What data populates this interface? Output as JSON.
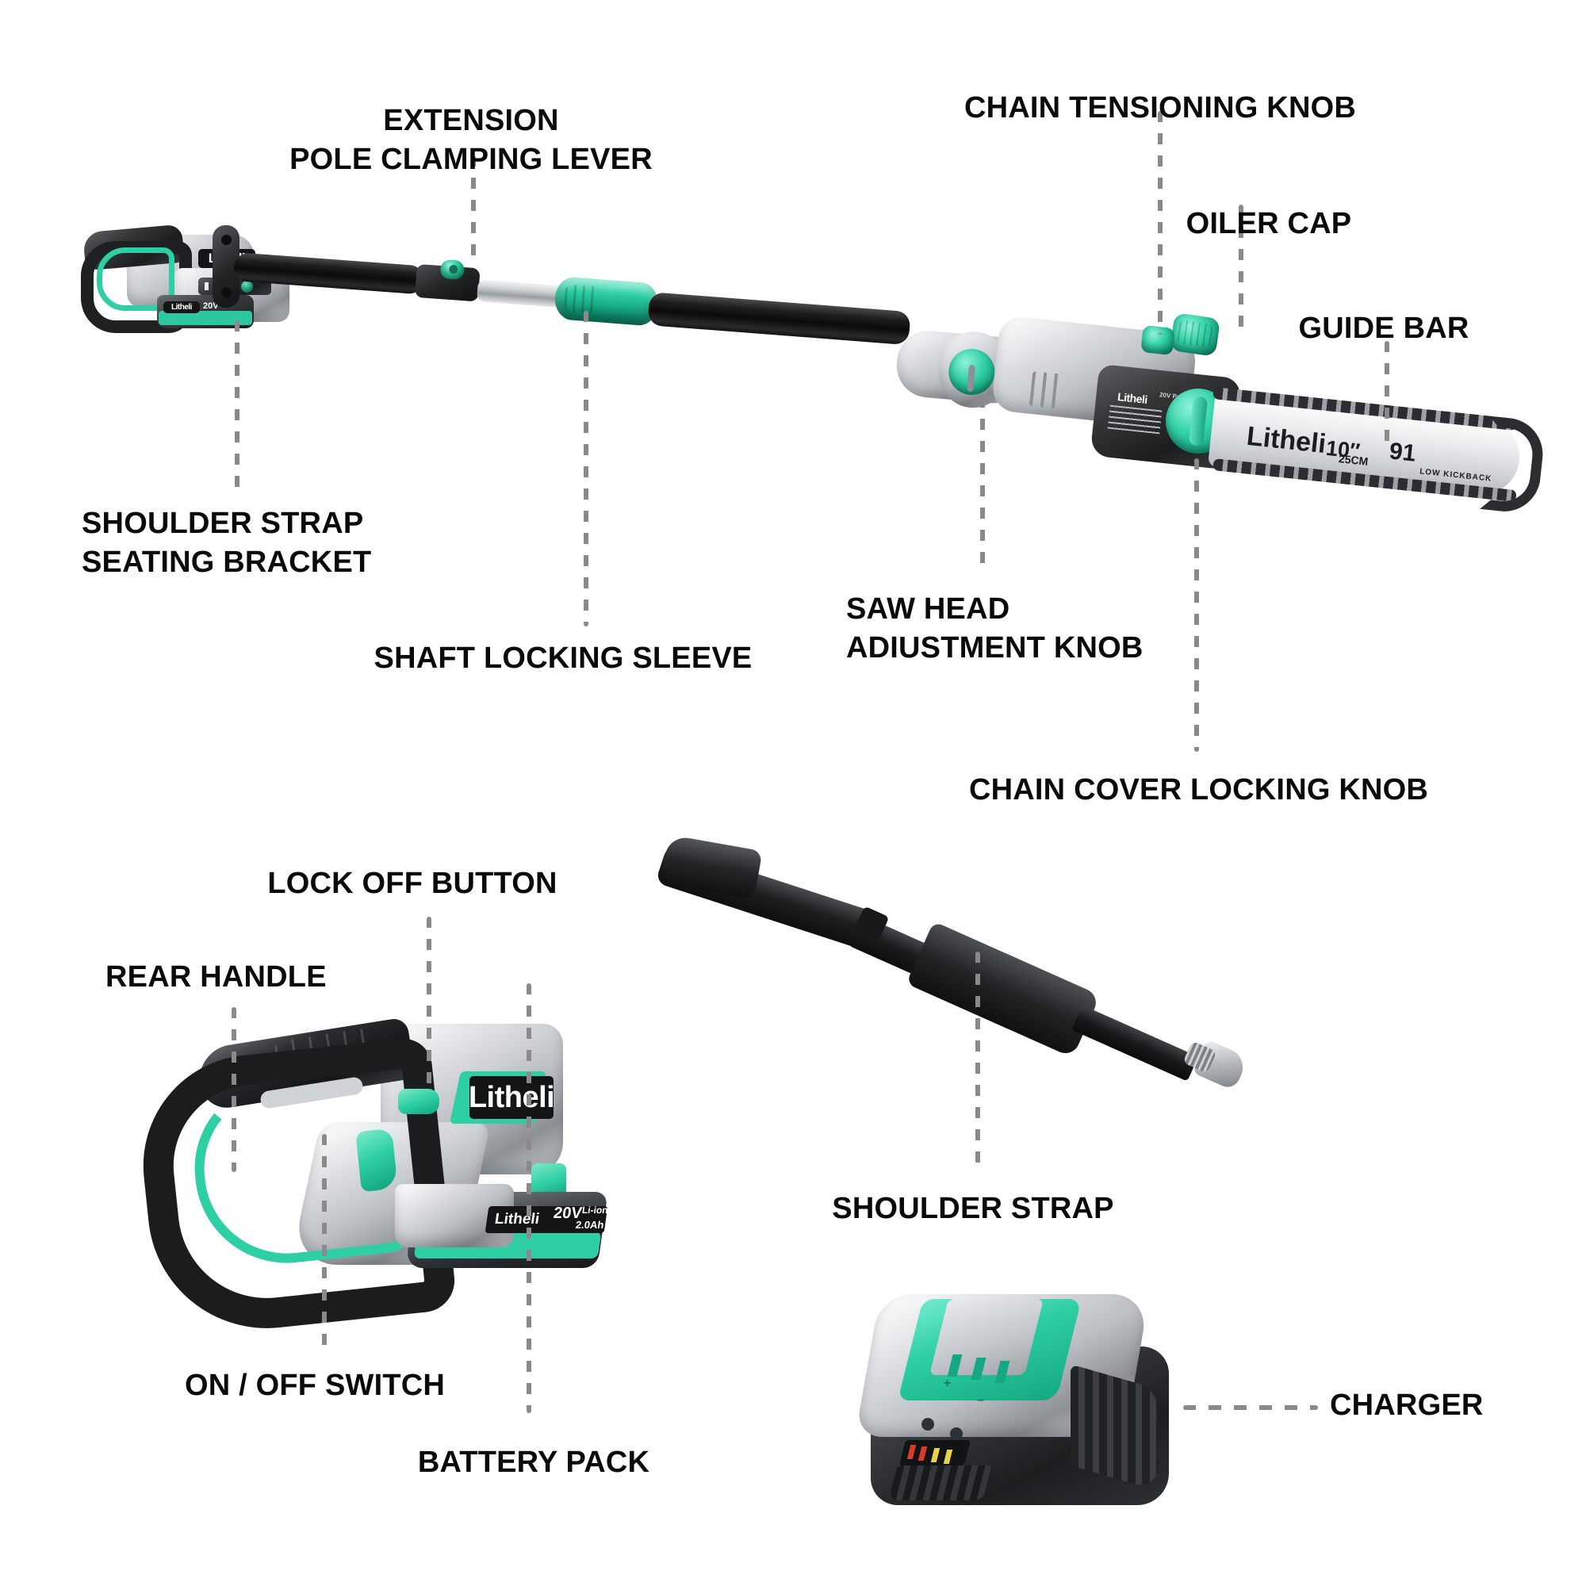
{
  "page": {
    "background_color": "#ffffff",
    "brand": "Litheli",
    "accent_color": "#2ecfa4",
    "leader_color": "#8a8a8a",
    "label_color": "#0a0a0a"
  },
  "callouts": [
    {
      "id": "extension-pole-clamping-lever",
      "text": "EXTENSION\nPOLE CLAMPING LEVER"
    },
    {
      "id": "chain-tensioning-knob",
      "text": "CHAIN TENSIONING KNOB"
    },
    {
      "id": "oiler-cap",
      "text": "OILER CAP"
    },
    {
      "id": "guide-bar",
      "text": "GUIDE BAR"
    },
    {
      "id": "shoulder-strap-seating-bracket",
      "text": "SHOULDER STRAP\nSEATING BRACKET"
    },
    {
      "id": "shaft-locking-sleeve",
      "text": "SHAFT LOCKING SLEEVE"
    },
    {
      "id": "saw-head-adjustment-knob",
      "text": "SAW HEAD\nADIUSTMENT KNOB"
    },
    {
      "id": "chain-cover-locking-knob",
      "text": "CHAIN COVER LOCKING KNOB"
    },
    {
      "id": "lock-off-button",
      "text": "LOCK OFF BUTTON"
    },
    {
      "id": "rear-handle",
      "text": "REAR HANDLE"
    },
    {
      "id": "on-off-switch",
      "text": "ON / OFF SWITCH"
    },
    {
      "id": "battery-pack",
      "text": "BATTERY PACK"
    },
    {
      "id": "shoulder-strap",
      "text": "SHOULDER STRAP"
    },
    {
      "id": "charger",
      "text": "CHARGER"
    }
  ],
  "product_markings": {
    "guide_bar_brand": "Litheli",
    "guide_bar_size_inch": "10″",
    "guide_bar_size_cm": "25CM",
    "guide_bar_gauge": "91",
    "guide_bar_warning": "LOW KICKBACK",
    "chain_cover_brand": "Litheli",
    "chain_cover_model": "20V Pole Saw",
    "handle_brand": "Litheli",
    "battery_brand": "Litheli",
    "battery_voltage": "20V",
    "battery_chemistry": "Li-ion",
    "battery_capacity": "2.0Ah",
    "charger_polarity_plus": "+",
    "charger_polarity_minus": "−"
  }
}
